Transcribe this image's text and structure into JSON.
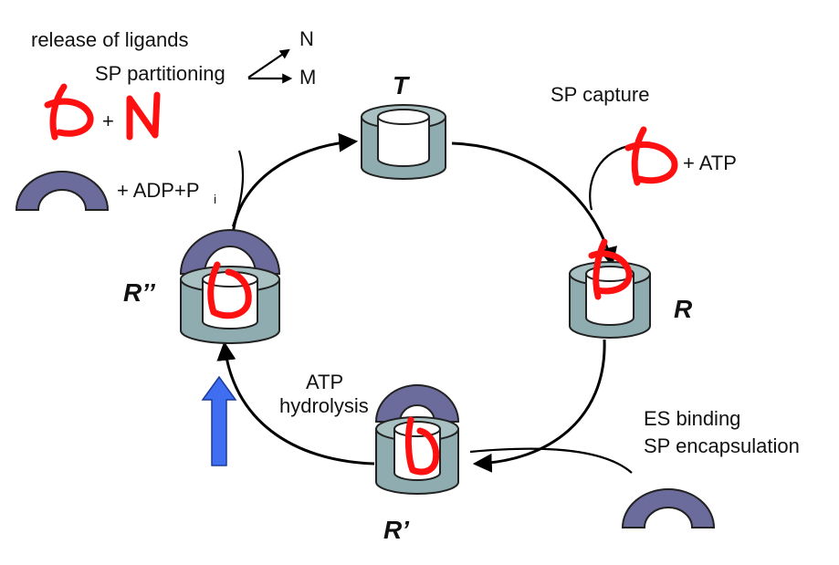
{
  "diagram": {
    "states": {
      "t": "T",
      "r": "R",
      "r_prime": "R’",
      "r_double_prime": "R’’"
    },
    "labels": {
      "release": "release of ligands",
      "partitioning": "SP partitioning",
      "branch_n": "N",
      "branch_m": "M",
      "sp_capture": "SP capture",
      "atp_in": "+ ATP",
      "adp_out_main": "+ ADP+P",
      "adp_out_sub": "i",
      "plus": "+",
      "atp_hydrolysis_1": "ATP",
      "atp_hydrolysis_2": "hydrolysis",
      "es_binding_1": "ES binding",
      "es_binding_2": "SP encapsulation"
    },
    "colors": {
      "cylinder": "#8fadb0",
      "cap": "#6b6b9c",
      "ink": "#ff1010",
      "blue_arrow": "#3f6ef0"
    },
    "icons": [
      "blue-up-arrow-icon",
      "handwritten-substrate-icon",
      "handwritten-n-icon"
    ]
  }
}
